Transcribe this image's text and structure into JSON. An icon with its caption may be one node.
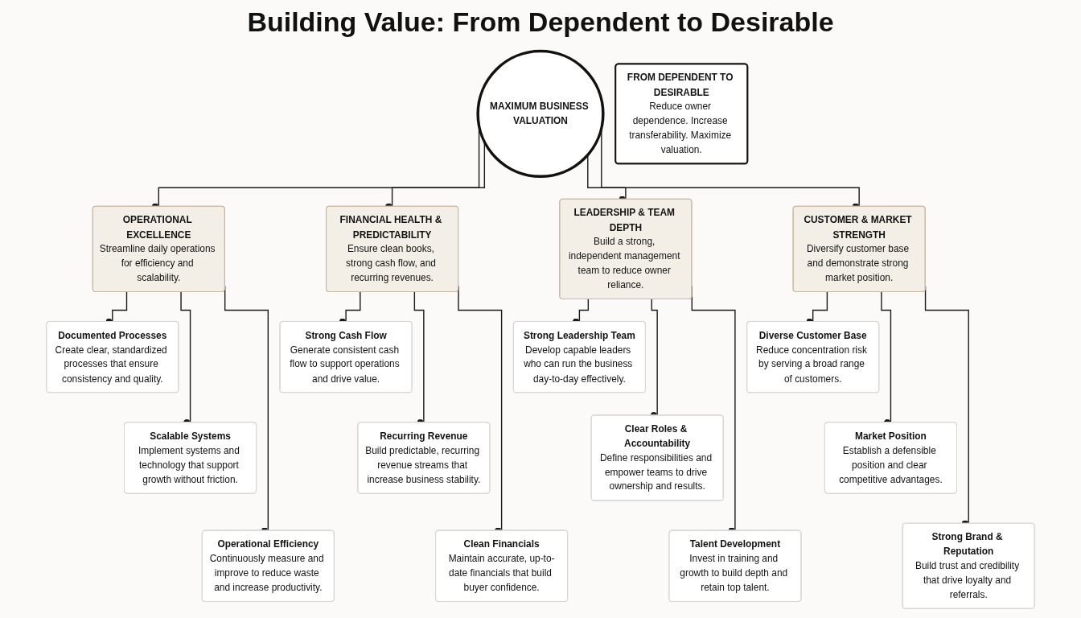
{
  "diagram": {
    "title": "Building Value: From Dependent to Desirable",
    "nodes": [
      {
        "text": [
          "MAXIMUM BUSINESS VALUATION"
        ]
      },
      {
        "text": [
          "OPERATIONAL EXCELLENCE",
          "Streamline daily operations for efficiency and scalability."
        ]
      },
      {
        "text": [
          "Documented Processes",
          "Create clear, standardized processes that ensure consistency and quality."
        ]
      },
      {
        "text": [
          "Scalable Systems",
          "Implement systems and technology that support growth without friction."
        ]
      },
      {
        "text": [
          "Operational Efficiency",
          "Continuously measure and improve to reduce waste and increase productivity."
        ]
      },
      {
        "text": [
          "FINANCIAL HEALTH & PREDICTABILITY",
          "Ensure clean books, strong cash flow, and recurring revenues."
        ]
      },
      {
        "text": [
          "Strong Cash Flow",
          "Generate consistent cash flow to support operations and drive value."
        ]
      },
      {
        "text": [
          "Recurring Revenue",
          "Build predictable, recurring revenue streams that increase business stability."
        ]
      },
      {
        "text": [
          "Clean Financials",
          "Maintain accurate, up-to-date financials that build buyer confidence."
        ]
      },
      {
        "text": [
          "LEADERSHIP & TEAM DEPTH",
          "Build a strong, independent management team to reduce owner reliance."
        ]
      },
      {
        "text": [
          "Strong Leadership Team",
          "Develop capable leaders who can run the business day-to-day effectively."
        ]
      },
      {
        "text": [
          "Clear Roles & Accountability",
          "Define responsibilities and empower teams to drive ownership and results."
        ]
      },
      {
        "text": [
          "Talent Development",
          "Invest in training and growth to build depth and retain top talent."
        ]
      },
      {
        "text": [
          "CUSTOMER & MARKET STRENGTH",
          "Diversify customer base and demonstrate strong market position."
        ]
      },
      {
        "text": [
          "Diverse Customer Base",
          "Reduce concentration risk by serving a broad range of customers."
        ]
      },
      {
        "text": [
          "Market Position",
          "Establish a defensible position and clear competitive advantages."
        ]
      },
      {
        "text": [
          "Strong Brand & Reputation",
          "Build trust and credibility that drive loyalty and referrals."
        ]
      },
      {
        "text": [
          "FROM DEPENDENT TO DESIRABLE",
          "Reduce owner dependence. Increase transferability. Maximize valuation."
        ]
      }
    ],
    "edges": [
      {
        "from": 0,
        "to": 1,
        "arrow": "other"
      },
      {
        "from": 0,
        "to": 5,
        "arrow": "other"
      },
      {
        "from": 0,
        "to": 9,
        "arrow": "other"
      },
      {
        "from": 0,
        "to": 13,
        "arrow": "other"
      },
      {
        "from": 1,
        "to": 2,
        "arrow": "other"
      },
      {
        "from": 1,
        "to": 3,
        "arrow": "other"
      },
      {
        "from": 1,
        "to": 4,
        "arrow": "other"
      },
      {
        "from": 5,
        "to": 6,
        "arrow": "other"
      },
      {
        "from": 5,
        "to": 7,
        "arrow": "other"
      },
      {
        "from": 5,
        "to": 8,
        "arrow": "other"
      },
      {
        "from": 9,
        "to": 10,
        "arrow": "other"
      },
      {
        "from": 9,
        "to": 11,
        "arrow": "other"
      },
      {
        "from": 9,
        "to": 12,
        "arrow": "other"
      },
      {
        "from": 13,
        "to": 14,
        "arrow": "other"
      },
      {
        "from": 13,
        "to": 15,
        "arrow": "other"
      },
      {
        "from": 13,
        "to": 16,
        "arrow": "other"
      }
    ]
  }
}
